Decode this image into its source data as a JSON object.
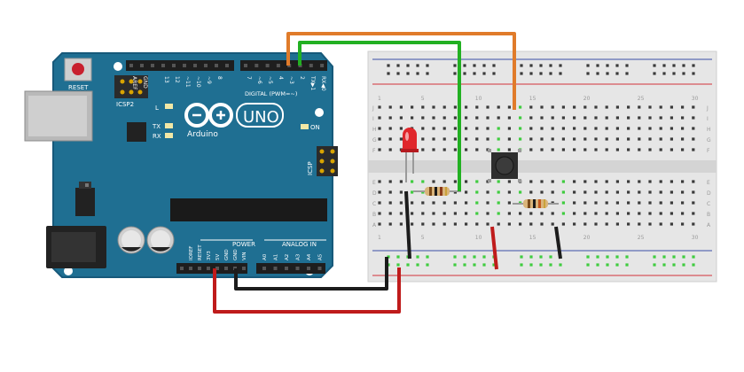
{
  "board": {
    "reset_label": "RESET",
    "icsp2_label": "ICSP2",
    "icsp_label": "ICSP",
    "l_label": "L",
    "tx_label": "TX",
    "rx_label": "RX",
    "on_label": "ON",
    "uno_label": "UNO",
    "brand_label": "Arduino",
    "digital_label": "DIGITAL (PWM=~)",
    "power_label": "POWER",
    "analog_label": "ANALOG IN",
    "top_pins": [
      "AREF",
      "GND",
      "13",
      "12",
      "~11",
      "~10",
      "~9",
      "8",
      "7",
      "~6",
      "~5",
      "4",
      "~3",
      "2",
      "TX▶1",
      "RX◀0"
    ],
    "power_pins": [
      "IOREF",
      "RESET",
      "3V3",
      "5V",
      "GND",
      "GND",
      "VIN"
    ],
    "analog_pins": [
      "A0",
      "A1",
      "A2",
      "A3",
      "A4",
      "A5"
    ]
  },
  "breadboard": {
    "row_letters_top": [
      "J",
      "I",
      "H",
      "G",
      "F"
    ],
    "row_letters_bottom": [
      "E",
      "D",
      "C",
      "B",
      "A"
    ],
    "column_numbers": [
      "1",
      "5",
      "10",
      "15",
      "20",
      "25",
      "30"
    ]
  },
  "colors": {
    "board": "#1f6f92",
    "board_dark": "#17597a",
    "breadboard": "#e6e6e6",
    "rail_red": "#d2333a",
    "rail_blue": "#3a4fa6",
    "wire_orange": "#e07b2a",
    "wire_green": "#22b022",
    "wire_red": "#bf1b1b",
    "wire_black": "#1c1c1c",
    "led_red": "#e0262b",
    "hole_green": "#3fcc3f"
  }
}
